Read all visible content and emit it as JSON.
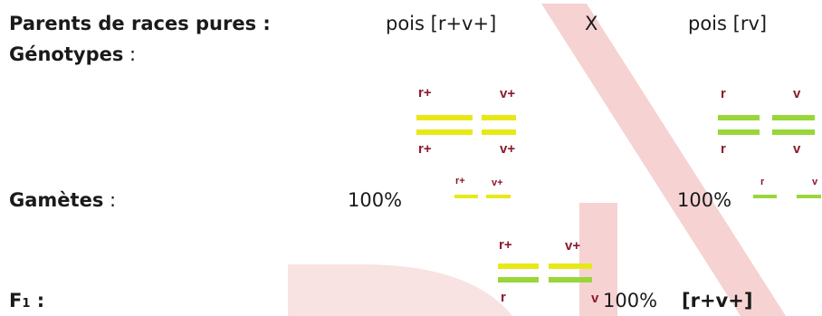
{
  "parents": {
    "label": "Parents de races pures :",
    "parent1": "pois [r+v+]",
    "cross": "X",
    "parent2": "pois [rv]"
  },
  "genotypes": {
    "label_bold": "Génotypes",
    "label_rest": " :",
    "p1": {
      "top_left": "r+",
      "top_right": "v+",
      "bottom_left": "r+",
      "bottom_right": "v+"
    },
    "p2": {
      "top_left": "r",
      "top_right": "v",
      "bottom_left": "r",
      "bottom_right": "v"
    }
  },
  "gametes": {
    "label_bold": "Gamètes",
    "label_rest": " :",
    "p1_percent": "100%",
    "p1_left": "r+",
    "p1_right": "v+",
    "p2_percent": "100%",
    "p2_left": "r",
    "p2_right": "v"
  },
  "f1": {
    "label_main": "F",
    "label_sub": "1",
    "label_rest": " :",
    "top_left": "r+",
    "top_right": "v+",
    "bottom_left": "r",
    "bottom_right": "v",
    "percent": "100%",
    "phenotype": "[r+v+]"
  },
  "colors": {
    "dominant_chromosome": "#e8e817",
    "recessive_chromosome": "#99d63a",
    "allele_text": "#8b1a2b",
    "watermark": "#f3c3c3"
  }
}
